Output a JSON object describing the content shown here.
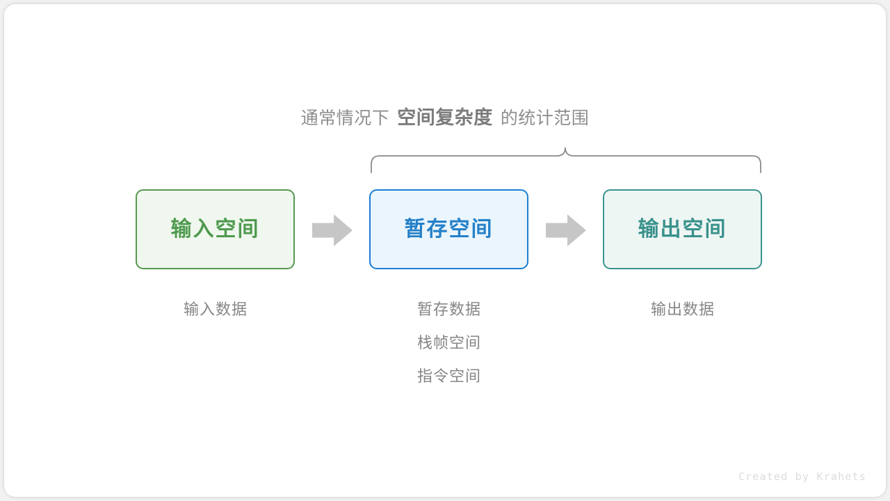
{
  "heading": {
    "prefix": "通常情况下",
    "emphasis": "空间复杂度",
    "suffix": "的统计范围"
  },
  "boxes": [
    {
      "id": "input",
      "label": "输入空间",
      "border_color": "#56994f",
      "fill_color": "#f0f7ef",
      "text_color": "#4e9a4e"
    },
    {
      "id": "temp",
      "label": "暂存空间",
      "border_color": "#1c7fd4",
      "fill_color": "#eaf5fd",
      "text_color": "#2480c8"
    },
    {
      "id": "output",
      "label": "输出空间",
      "border_color": "#3c938d",
      "fill_color": "#eef6f4",
      "text_color": "#3a918b"
    }
  ],
  "arrows": {
    "color": "#c6c6c6",
    "count": 2
  },
  "captions": {
    "input": [
      "输入数据"
    ],
    "temp": [
      "暂存数据",
      "栈帧空间",
      "指令空间"
    ],
    "output": [
      "输出数据"
    ]
  },
  "brace": {
    "color": "#8a8a8a",
    "covers": [
      "暂存空间",
      "输出空间"
    ]
  },
  "watermark": "Created by Krahets",
  "palette": {
    "page_background": "#f2f2f2",
    "card_background": "#ffffff",
    "muted_text": "#858585"
  }
}
